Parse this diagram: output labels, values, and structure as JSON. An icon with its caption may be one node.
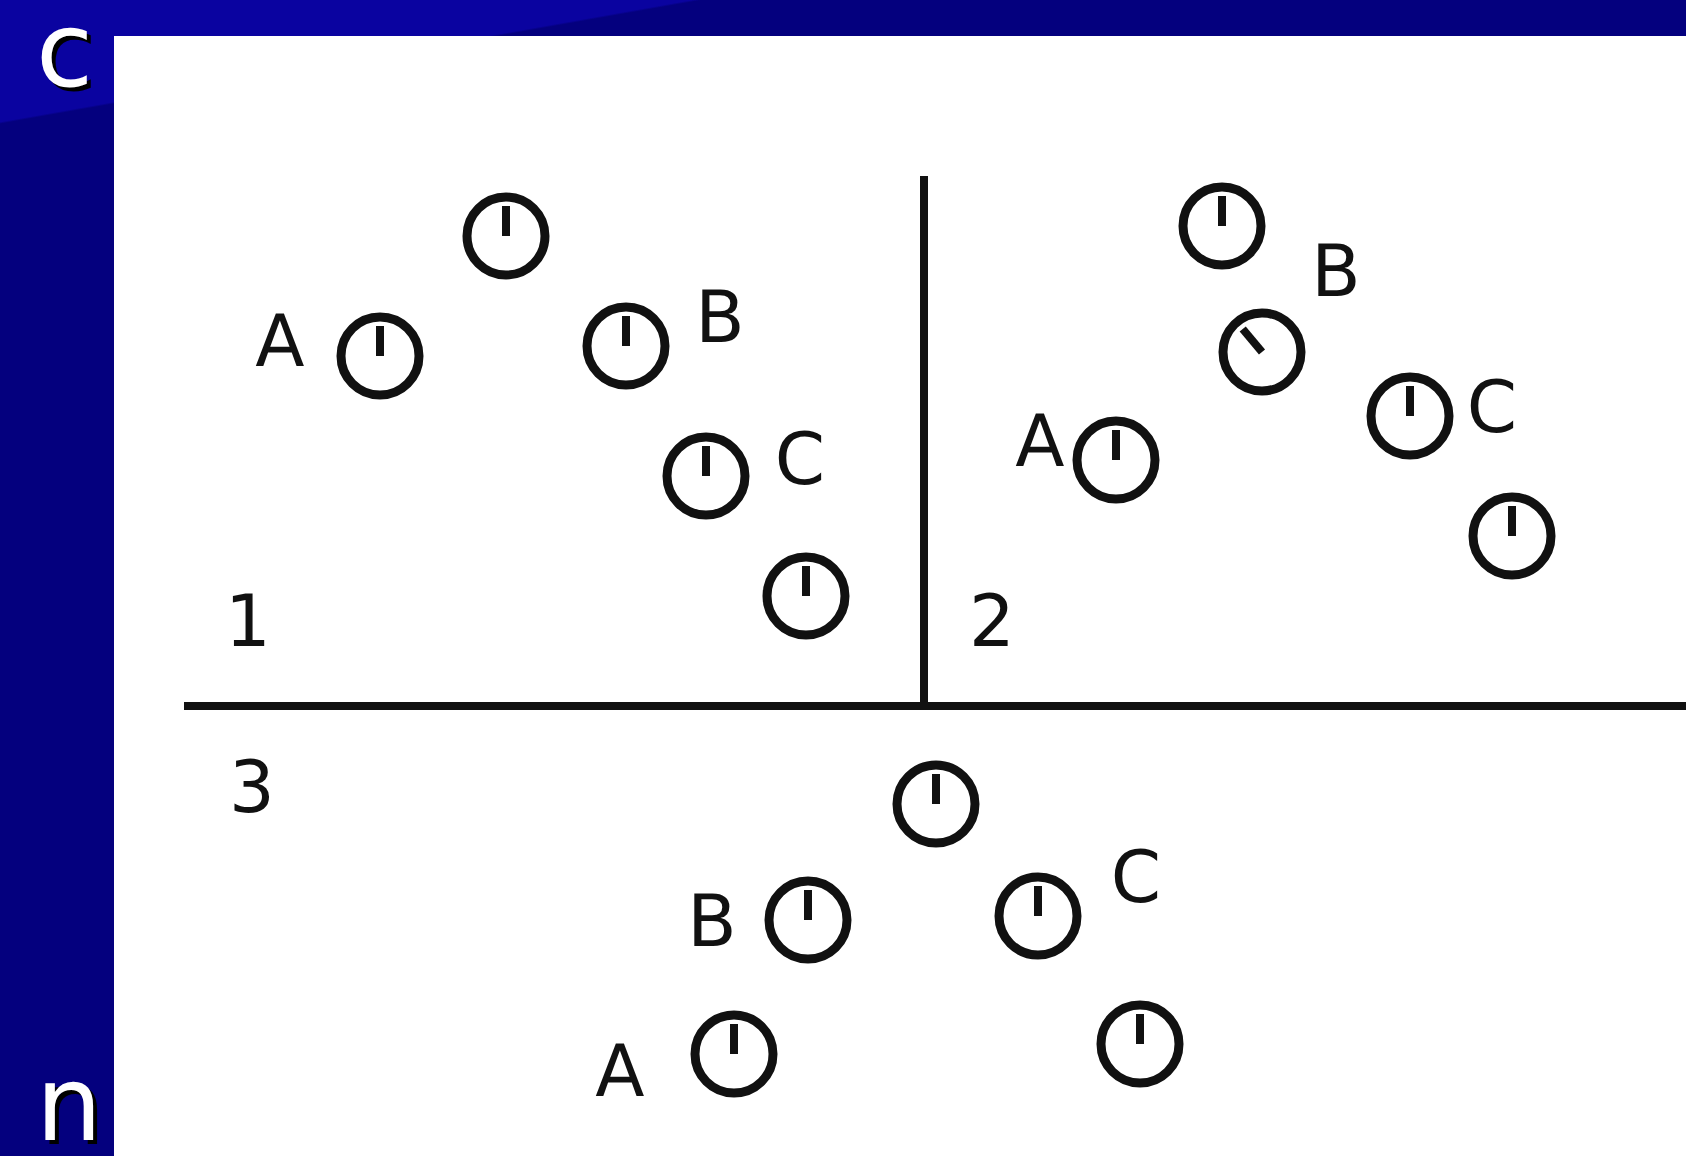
{
  "diagram": {
    "labels": [
      "c",
      "n",
      "B",
      "A",
      "C",
      "1",
      "B",
      "C",
      "A",
      "2",
      "3",
      "C",
      "B",
      "A"
    ]
  }
}
